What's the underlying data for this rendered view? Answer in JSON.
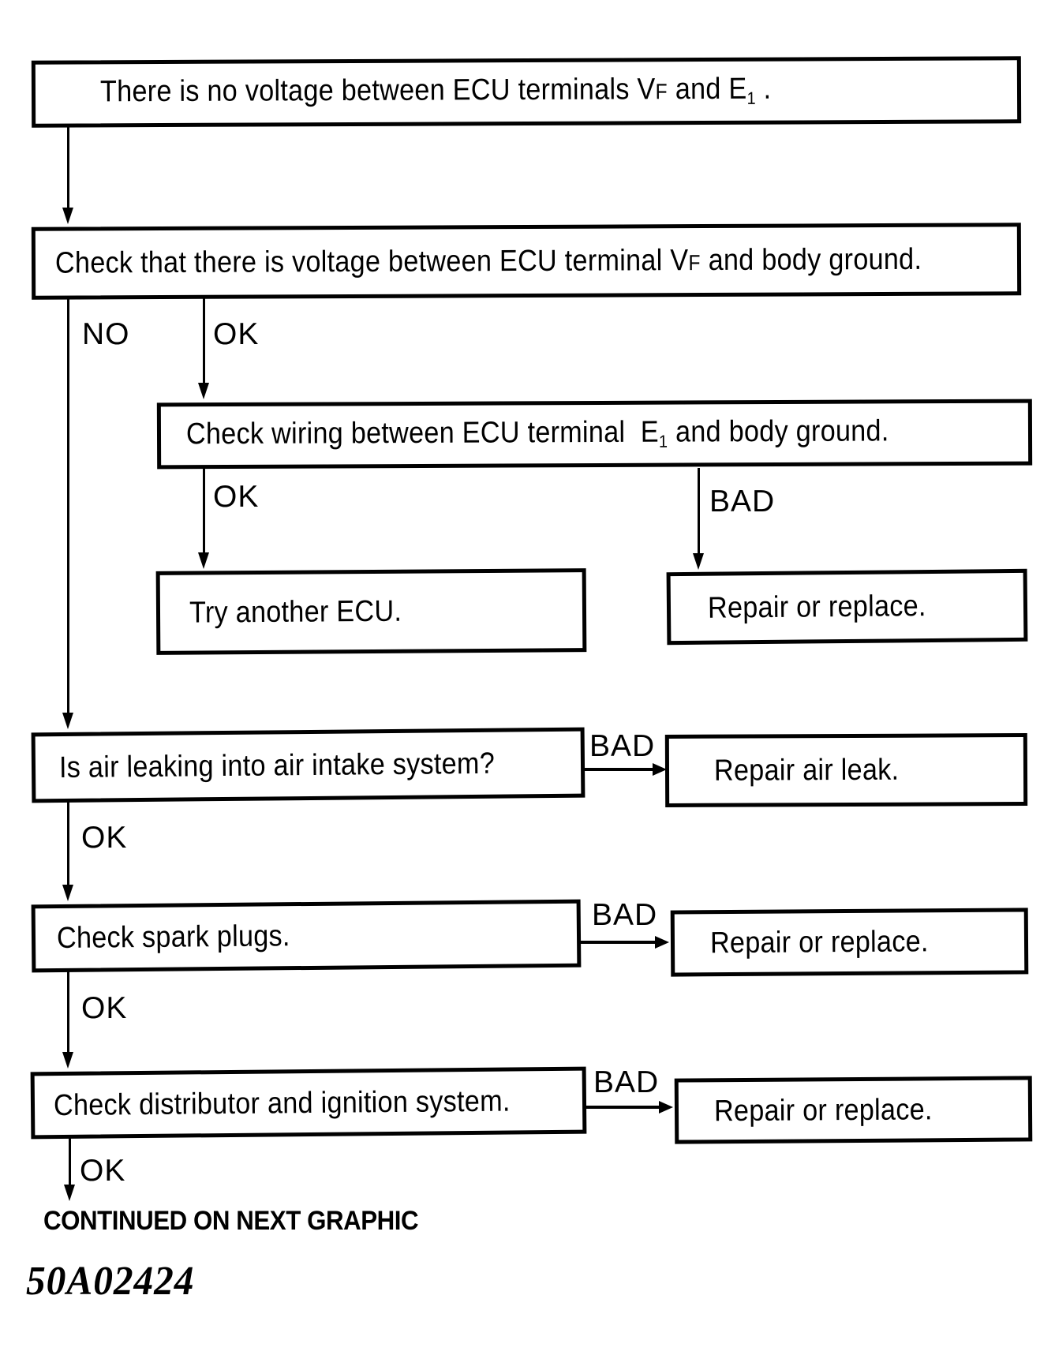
{
  "colors": {
    "ink": "#000000",
    "paper": "#ffffff"
  },
  "flowchart": {
    "box_no_voltage": {
      "pre": "There is no voltage between ECU terminals V",
      "small_f": "F",
      "mid": " and E",
      "sub_1": "1",
      "post": " ."
    },
    "box_check_voltage": {
      "pre": "Check that there is voltage between ECU terminal V",
      "small_f": "F",
      "post": " and body ground."
    },
    "box_check_wiring": {
      "pre": "Check wiring between ECU terminal  E",
      "sub_1": "1",
      "post": " and body ground."
    },
    "box_try_ecu": {
      "label": "Try another ECU."
    },
    "box_repair_replace_1": {
      "label": "Repair or replace."
    },
    "box_air_leak": {
      "label": "Is air leaking into air intake system?"
    },
    "box_repair_air_leak": {
      "label": "Repair air leak."
    },
    "box_spark_plugs": {
      "label": "Check spark plugs."
    },
    "box_repair_replace_2": {
      "label": "Repair or replace."
    },
    "box_distributor": {
      "label": "Check distributor and ignition system."
    },
    "box_repair_replace_3": {
      "label": "Repair or replace."
    },
    "labels": {
      "no": "NO",
      "ok_to_wiring": "OK",
      "ok_to_try_ecu": "OK",
      "bad_to_repair_1": "BAD",
      "bad_air_leak": "BAD",
      "ok_air_leak": "OK",
      "bad_spark_plugs": "BAD",
      "ok_spark_plugs": "OK",
      "bad_distributor": "BAD",
      "ok_distributor": "OK"
    }
  },
  "footer": {
    "continued_note": "CONTINUED ON NEXT GRAPHIC",
    "figure_id": "50A02424"
  }
}
